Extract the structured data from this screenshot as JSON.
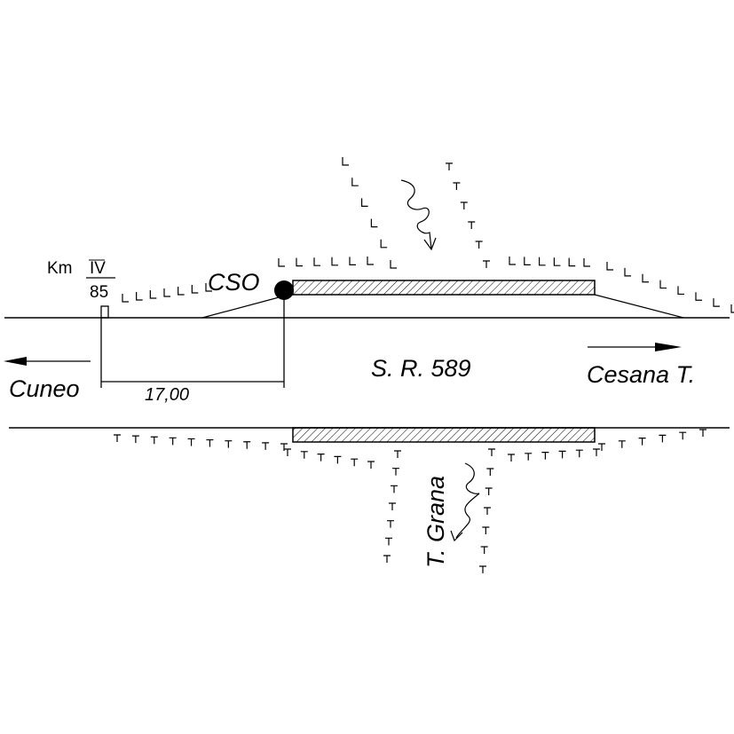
{
  "km": {
    "label": "Km",
    "roman": "IV",
    "number": "85"
  },
  "site_label": "CSO",
  "road_label": "S. R. 589",
  "direction_left": "Cuneo",
  "direction_right": "Cesana T.",
  "distance": "17,00",
  "river_label": "T. Grana",
  "colors": {
    "ink": "#000000",
    "background": "#ffffff"
  }
}
